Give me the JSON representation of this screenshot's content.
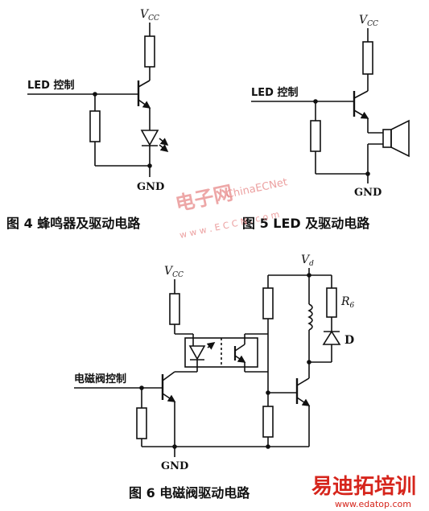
{
  "figure4": {
    "input_label": "LED 控制",
    "vcc": "V",
    "vcc_sub": "CC",
    "gnd": "GND",
    "caption": "图 4   蜂鸣器及驱动电路"
  },
  "figure5": {
    "input_label": "LED 控制",
    "vcc": "V",
    "vcc_sub": "CC",
    "gnd": "GND",
    "caption": "图 5   LED 及驱动电路"
  },
  "figure6": {
    "input_label": "电磁阀控制",
    "vcc": "V",
    "vcc_sub": "CC",
    "vd": "V",
    "vd_sub": "d",
    "r6": "R",
    "r6_sub": "6",
    "diode_label": "D",
    "gnd": "GND",
    "caption": "图 6   电磁阀驱动电路"
  },
  "watermarks": {
    "center_cn": "电子网",
    "center_en": "ChinaECNet",
    "center_url": "w w w . E C C N . c o m",
    "corner_cn": "易迪拓培训",
    "corner_url": "www.edatop.com"
  },
  "colors": {
    "ink": "#111111",
    "watermark": "#e88a8a",
    "watermark_corner": "#d6251c"
  }
}
